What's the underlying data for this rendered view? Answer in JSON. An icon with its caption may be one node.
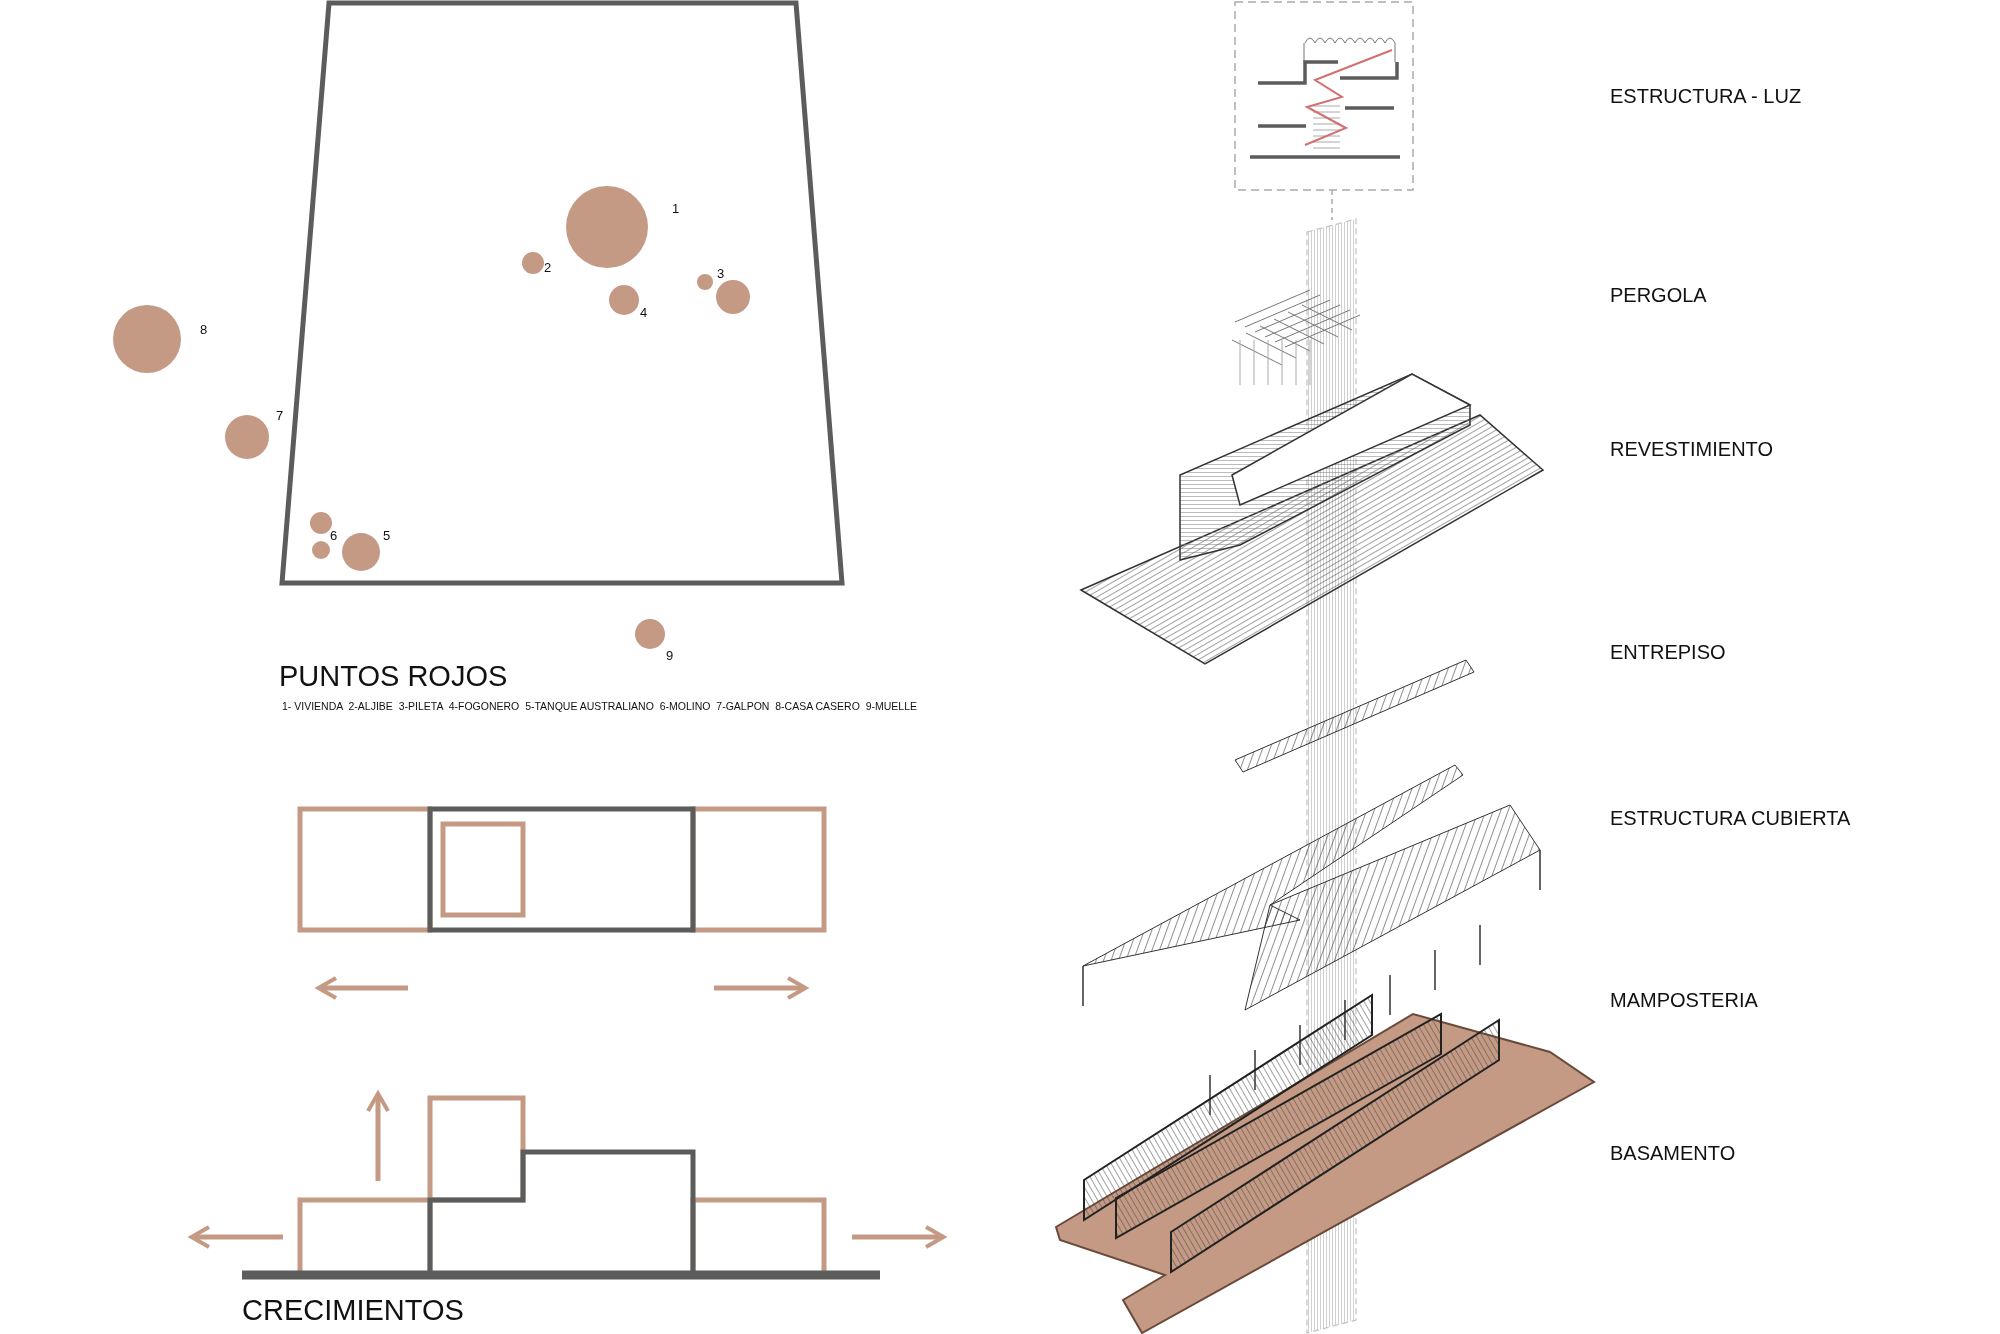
{
  "diagram": {
    "nodes": [
      {
        "text": [],
        "shape": "circle",
        "beside": [
          "1"
        ]
      },
      {
        "text": [],
        "shape": "circle",
        "beside": [
          "2"
        ]
      },
      {
        "text": [],
        "shape": "circle"
      },
      {
        "text": [],
        "shape": "circle",
        "beside": [
          "3"
        ]
      },
      {
        "text": [],
        "shape": "circle",
        "beside": [
          "4"
        ]
      },
      {
        "text": [],
        "shape": "circle",
        "beside": [
          "5"
        ]
      },
      {
        "text": [],
        "shape": "circle",
        "beside": [
          "6"
        ]
      },
      {
        "text": [],
        "shape": "circle"
      },
      {
        "text": [],
        "shape": "circle",
        "beside": [
          "7"
        ]
      },
      {
        "text": [],
        "shape": "circle",
        "beside": [
          "8"
        ]
      },
      {
        "text": [],
        "shape": "circle",
        "beside": [
          "9"
        ]
      }
    ],
    "labels": [
      "PUNTOS ROJOS",
      "1- VIVIENDA  2-ALJIBE  3-PILETA  4-FOGONERO  5-TANQUE AUSTRALIANO  6-MOLINO  7-GALPON  8-CASA CASERO  9-MUELLE",
      "CRECIMIENTOS",
      "ESTRUCTURA - LUZ",
      "PERGOLA",
      "REVESTIMIENTO",
      "ENTREPISO",
      "ESTRUCTURA CUBIERTA",
      "MAMPOSTERIA",
      "BASAMENTO"
    ]
  }
}
